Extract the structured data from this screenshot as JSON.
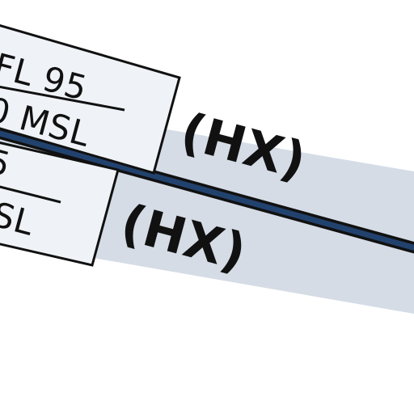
{
  "map": {
    "colors": {
      "background": "#ffffff",
      "airway_band": "#d5dce6",
      "airway_line": "#22426e",
      "airway_outline": "#111111",
      "box_fill": "#eff3f7",
      "box_stroke": "#111111",
      "text": "#111111"
    },
    "airspace_labels": [
      {
        "upper": "FL 95",
        "lower": "0 MSL",
        "designator": "(HX)"
      },
      {
        "upper": "5",
        "lower": "SL",
        "designator": "(HX)"
      }
    ]
  }
}
